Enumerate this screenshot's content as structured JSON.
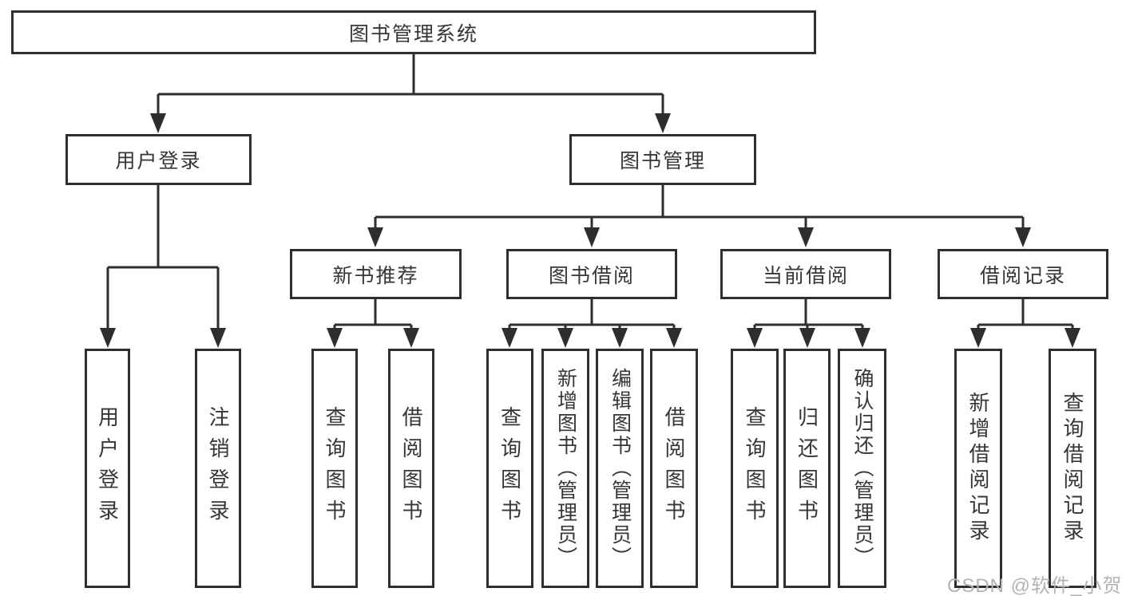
{
  "colors": {
    "line": "#2e2e2e",
    "box_border": "#2e2e2e",
    "text": "#363636",
    "background": "#ffffff",
    "watermark": "#b3b3b3"
  },
  "diagram": {
    "root": {
      "label": "图书管理系统"
    },
    "level1": [
      {
        "label": "用户登录"
      },
      {
        "label": "图书管理"
      }
    ],
    "level2": [
      {
        "label": "新书推荐",
        "parent": "图书管理"
      },
      {
        "label": "图书借阅",
        "parent": "图书管理"
      },
      {
        "label": "当前借阅",
        "parent": "图书管理"
      },
      {
        "label": "借阅记录",
        "parent": "图书管理"
      }
    ],
    "leaves": [
      {
        "label": "用户登录",
        "parent": "用户登录"
      },
      {
        "label": "注销登录",
        "parent": "用户登录"
      },
      {
        "label": "查询图书",
        "parent": "新书推荐"
      },
      {
        "label": "借阅图书",
        "parent": "新书推荐"
      },
      {
        "label": "查询图书",
        "parent": "图书借阅"
      },
      {
        "label": "新增图书（管理员）",
        "parent": "图书借阅"
      },
      {
        "label": "编辑图书（管理员）",
        "parent": "图书借阅"
      },
      {
        "label": "借阅图书",
        "parent": "图书借阅"
      },
      {
        "label": "查询图书",
        "parent": "当前借阅"
      },
      {
        "label": "归还图书",
        "parent": "当前借阅"
      },
      {
        "label": "确认归还（管理员）",
        "parent": "当前借阅"
      },
      {
        "label": "新增借阅记录",
        "parent": "借阅记录"
      },
      {
        "label": "查询借阅记录",
        "parent": "借阅记录"
      }
    ]
  },
  "watermark": {
    "text": "CSDN @软件_小贺同学"
  }
}
